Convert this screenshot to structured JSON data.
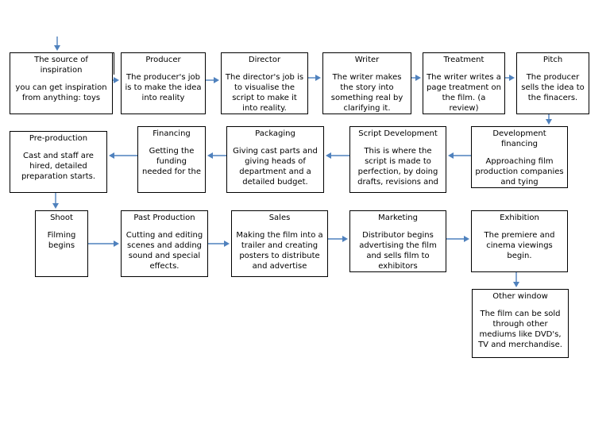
{
  "colors": {
    "arrow": "#4f81bd",
    "border": "#000000",
    "background": "#ffffff"
  },
  "diagram": {
    "boxes": [
      {
        "id": "source",
        "title": "The source of inspiration",
        "body": "you can get inspiration from anything: toys"
      },
      {
        "id": "producer",
        "title": "Producer",
        "body": "The producer's job is to make the idea into reality"
      },
      {
        "id": "director",
        "title": "Director",
        "body": "The director's job is to visualise the script to make it into reality."
      },
      {
        "id": "writer",
        "title": "Writer",
        "body": "The writer makes the story into something real by clarifying it."
      },
      {
        "id": "treatment",
        "title": "Treatment",
        "body": "The writer writes a page treatment on the film. (a review)"
      },
      {
        "id": "pitch",
        "title": "Pitch",
        "body": "The producer sells the idea to the finacers."
      },
      {
        "id": "development-financing",
        "title": "Development financing",
        "body": "Approaching film production companies and tying"
      },
      {
        "id": "script-development",
        "title": "Script Development",
        "body": "This is where the script is made to perfection, by doing drafts, revisions and"
      },
      {
        "id": "packaging",
        "title": "Packaging",
        "body": "Giving cast parts and giving heads of department and a detailed budget."
      },
      {
        "id": "financing",
        "title": "Financing",
        "body": "Getting the funding needed for the"
      },
      {
        "id": "pre-production",
        "title": "Pre-production",
        "body": "Cast and staff are hired, detailed preparation starts."
      },
      {
        "id": "shoot",
        "title": "Shoot",
        "body": "Filming begins"
      },
      {
        "id": "past-production",
        "title": "Past Production",
        "body": "Cutting and editing scenes and adding sound and special effects."
      },
      {
        "id": "sales",
        "title": "Sales",
        "body": "Making the film into a trailer and creating posters to distribute and advertise"
      },
      {
        "id": "marketing",
        "title": "Marketing",
        "body": "Distributor begins advertising the film and sells film to exhibitors"
      },
      {
        "id": "exhibition",
        "title": "Exhibition",
        "body": "The premiere and cinema viewings begin."
      },
      {
        "id": "other-window",
        "title": "Other window",
        "body": "The film can be sold through other mediums like DVD's, TV and merchandise."
      }
    ]
  }
}
